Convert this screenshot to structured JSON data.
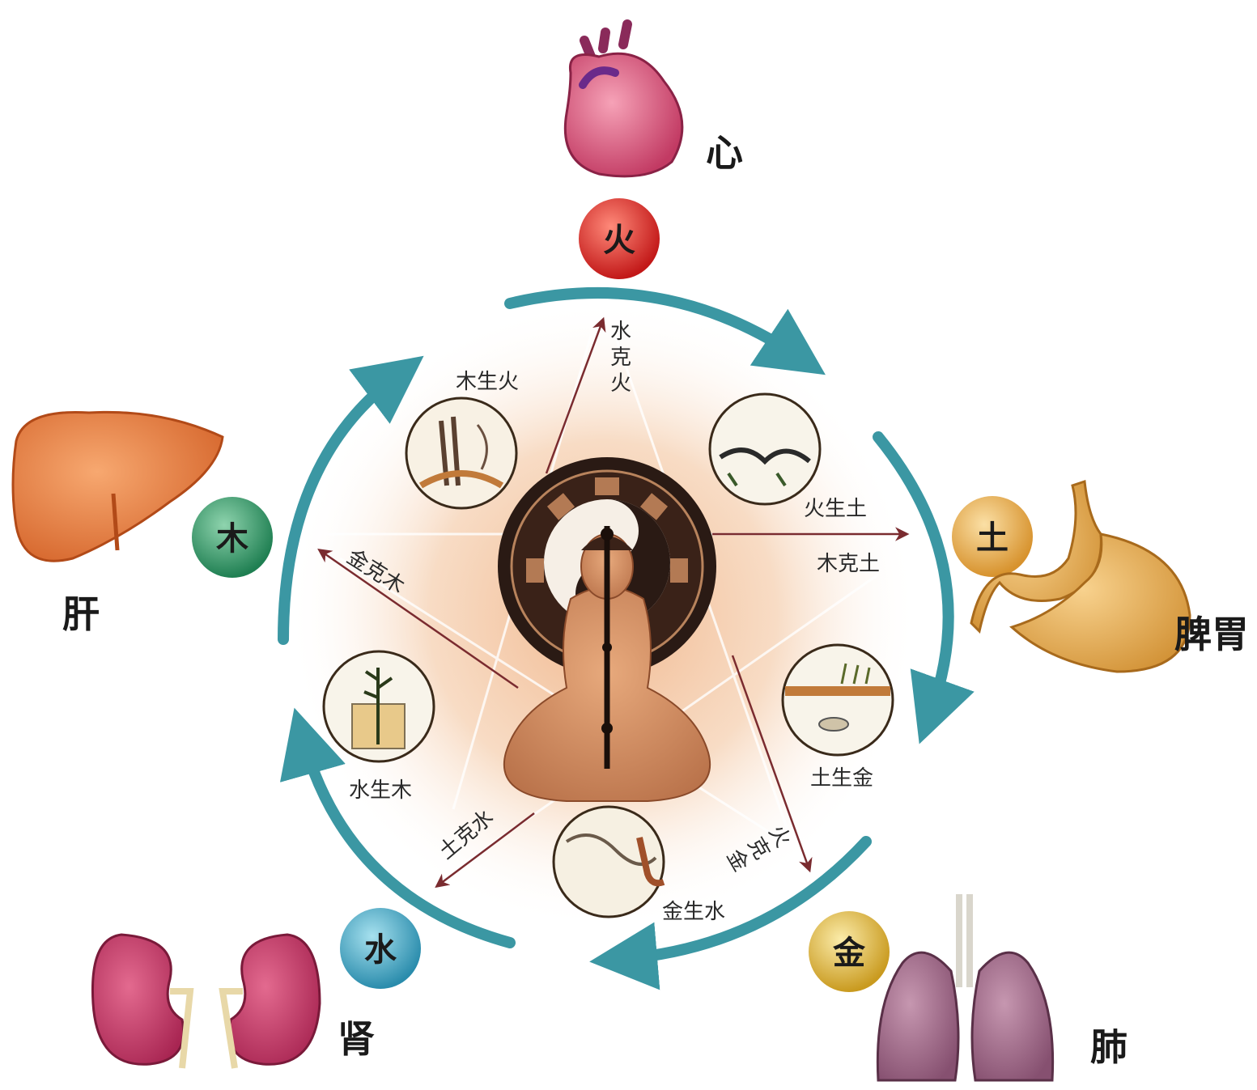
{
  "elements": {
    "fire": {
      "char": "火",
      "color": "#d62a2a"
    },
    "earth": {
      "char": "土",
      "color": "#e0a443"
    },
    "metal": {
      "char": "金",
      "color": "#d8b13c"
    },
    "water": {
      "char": "水",
      "color": "#3ea5c2"
    },
    "wood": {
      "char": "木",
      "color": "#2f9a69"
    }
  },
  "organs": {
    "heart": "心",
    "spleen": "脾胃",
    "lung": "肺",
    "kidney": "肾",
    "liver": "肝"
  },
  "generating": {
    "wood_fire": "木生火",
    "fire_earth": "火生土",
    "earth_metal": "土生金",
    "metal_water": "金生水",
    "water_wood": "水生木"
  },
  "controlling": {
    "water_fire": [
      "水",
      "克",
      "火"
    ],
    "wood_earth": "木克土",
    "fire_metal": [
      "火",
      "克",
      "金"
    ],
    "earth_water": "土克水",
    "metal_wood": "金克木"
  },
  "colors": {
    "cycle_arrow": "#3b97a3",
    "control_arrow": "#7a2b2f",
    "glow": "#f4c9a5"
  }
}
